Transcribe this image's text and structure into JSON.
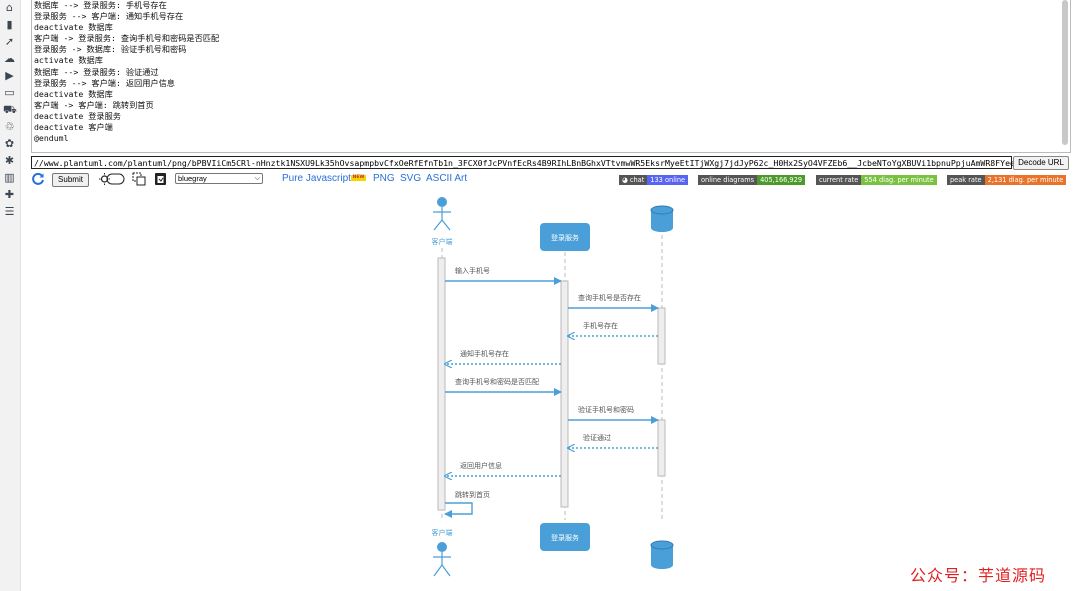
{
  "sidebar": {
    "icons": [
      "home-icon",
      "book-icon",
      "rocket-icon",
      "cloud-icon",
      "video-icon",
      "comment-icon",
      "cart-icon",
      "sitemap-icon",
      "palette-icon",
      "gear-icon",
      "building-icon",
      "sign-icon",
      "bars-icon"
    ]
  },
  "editor": {
    "lines": [
      "数据库 --> 登录服务: 手机号存在",
      "登录服务 --> 客户端: 通知手机号存在",
      "deactivate 数据库",
      "客户端 -> 登录服务: 查询手机号和密码是否匹配",
      "登录服务 -> 数据库: 验证手机号和密码",
      "activate 数据库",
      "数据库 --> 登录服务: 验证通过",
      "登录服务 --> 客户端: 返回用户信息",
      "deactivate 数据库",
      "客户端 -> 客户端: 跳转到首页",
      "deactivate 登录服务",
      "deactivate 客户端",
      "@enduml"
    ]
  },
  "url_bar": {
    "value": "//www.plantuml.com/plantuml/png/bPBVIiCm5CRl-nHnztk1NSXU9Lk35hOvsapmpbvCfxOeRfEfnTb1n_3FCX0fJcPVnfEcRs4B9RIhLBnBGhxVTtvmwWR5EksrMyeEtITjWXgj7jdJyP62c_H0Hx2SyO4VFZEb6__JcbeNToYgXBUVi1bpnuPpjuAmWR8FYeef",
    "decode_label": "Decode URL"
  },
  "toolbar": {
    "submit_label": "Submit",
    "theme_value": "bluegray",
    "links": {
      "pure_js": "Pure Javascript",
      "new_badge": "NEW",
      "png": "PNG",
      "svg": "SVG",
      "ascii": "ASCII Art"
    }
  },
  "badges": [
    {
      "label": "chat",
      "value": "133 online",
      "label_color": "#555555",
      "value_color": "#5865f2",
      "icon": "discord-icon"
    },
    {
      "label": "online diagrams",
      "value": "405,166,929",
      "label_color": "#555555",
      "value_color": "#4c9a2a"
    },
    {
      "label": "current rate",
      "value": "554 diag. per minute",
      "label_color": "#555555",
      "value_color": "#7ac142"
    },
    {
      "label": "peak rate",
      "value": "2,131 diag. per minute",
      "label_color": "#555555",
      "value_color": "#e8742b"
    }
  ],
  "diagram": {
    "participants": {
      "client": "客户端",
      "service": "登录服务",
      "database": ""
    },
    "messages": [
      {
        "from": "client",
        "to": "service",
        "text": "输入手机号",
        "dashed": false
      },
      {
        "from": "service",
        "to": "database",
        "text": "查询手机号是否存在",
        "dashed": false
      },
      {
        "from": "database",
        "to": "service",
        "text": "手机号存在",
        "dashed": true
      },
      {
        "from": "service",
        "to": "client",
        "text": "通知手机号存在",
        "dashed": true
      },
      {
        "from": "client",
        "to": "service",
        "text": "查询手机号和密码是否匹配",
        "dashed": false
      },
      {
        "from": "service",
        "to": "database",
        "text": "验证手机号和密码",
        "dashed": false
      },
      {
        "from": "database",
        "to": "service",
        "text": "验证通过",
        "dashed": true
      },
      {
        "from": "service",
        "to": "client",
        "text": "返回用户信息",
        "dashed": true
      },
      {
        "from": "client",
        "to": "client",
        "text": "跳转到首页",
        "dashed": false
      }
    ],
    "colors": {
      "line": "#4a9fd8",
      "box": "#4a9fd8",
      "activation": "#eeeeee",
      "text": "#555555"
    }
  },
  "watermark": "公众号：芋道源码"
}
